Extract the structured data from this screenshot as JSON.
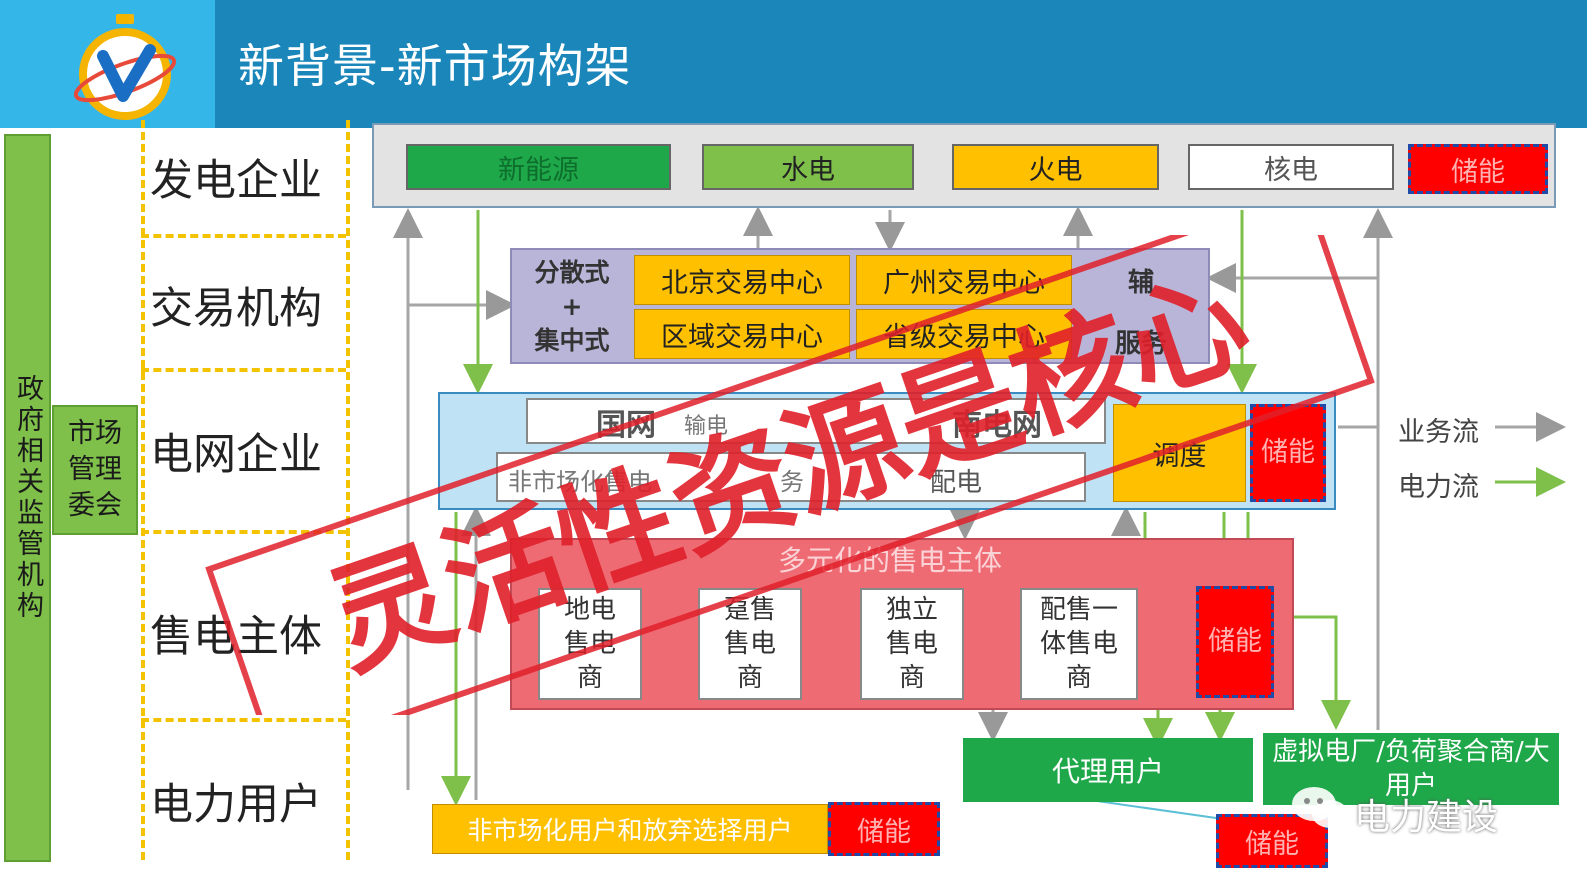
{
  "header": {
    "title": "新背景-新市场构架"
  },
  "left": {
    "regulator": "政府相关监管机构",
    "committee": "市场管理委会"
  },
  "rows": [
    "发电企业",
    "交易机构",
    "电网企业",
    "售电主体",
    "电力用户"
  ],
  "generation": [
    "新能源",
    "水电",
    "火电",
    "核电",
    "储能"
  ],
  "trading": {
    "mode": [
      "分散式",
      "+",
      "集中式"
    ],
    "centers": [
      "北京交易中心",
      "广州交易中心",
      "区域交易中心",
      "省级交易中心"
    ],
    "partial_labels": [
      "辅",
      "服务"
    ]
  },
  "grid": {
    "companies": "国网",
    "transmission_partial": "输电",
    "southern_partial": "南电网",
    "nonmarket": "非市场化售电",
    "nonmarket_partial": "务",
    "distribution": "配电",
    "dispatch": "调度",
    "storage": "储能"
  },
  "retail": {
    "title": "多元化的售电主体",
    "items": [
      "地电售电商",
      "趸售售电商",
      "独立售电商",
      "配售一体售电商"
    ],
    "storage": "储能"
  },
  "users": {
    "nonmarket": "非市场化用户和放弃选择用户",
    "nonmarket_storage": "储能",
    "agent": "代理用户",
    "vpp": "虚拟电厂/负荷聚合商/大用户",
    "vpp_storage": "储能"
  },
  "legend": {
    "business": "业务流",
    "power": "电力流"
  },
  "stamp": "灵活性资源是核心",
  "watermark": "电力建设",
  "colors": {
    "green": "#1fa84a",
    "lightgreen": "#7ec04a",
    "orange": "#ffc000",
    "red": "#ff0000",
    "pink": "#ee6b74",
    "blue": "#1a86ba",
    "lightblue": "#bfe3f5"
  }
}
